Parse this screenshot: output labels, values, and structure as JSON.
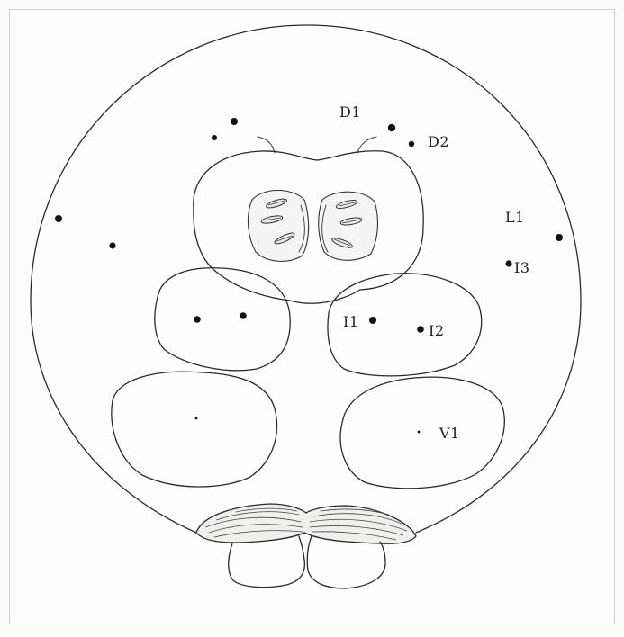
{
  "labels": {
    "d1": "D1",
    "d2": "D2",
    "l1": "L1",
    "i3": "I3",
    "i1": "I1",
    "i2": "I2",
    "v1": "V1"
  }
}
